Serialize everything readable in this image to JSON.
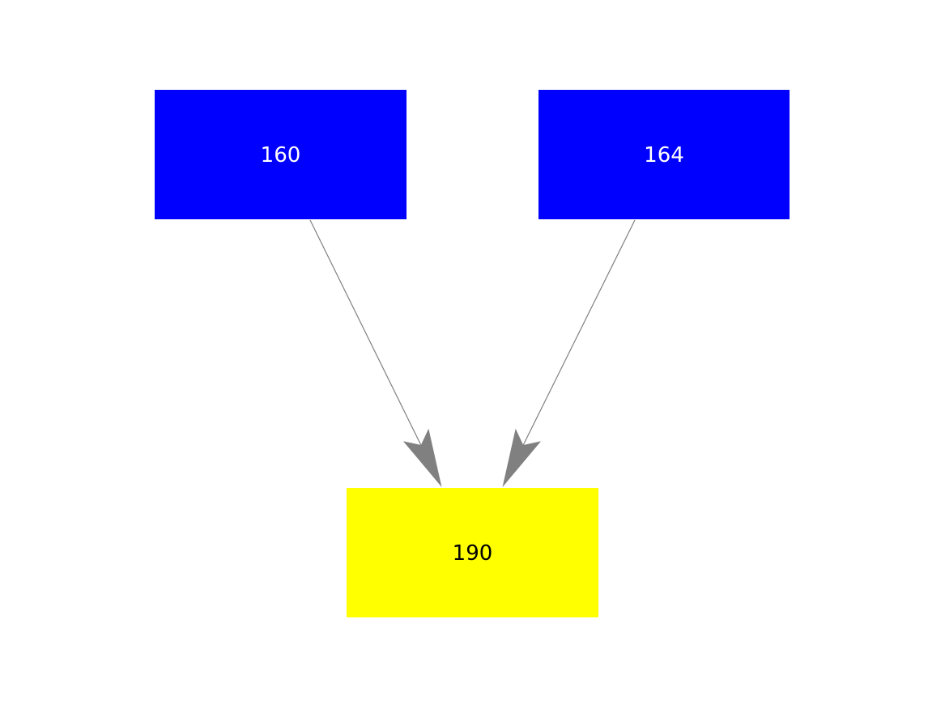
{
  "diagram": {
    "type": "directed-graph",
    "background_color": "#ffffff",
    "nodes": [
      {
        "id": "160",
        "label": "160",
        "fill": "#0000ff",
        "text_color": "#ffffff"
      },
      {
        "id": "164",
        "label": "164",
        "fill": "#0000ff",
        "text_color": "#ffffff"
      },
      {
        "id": "190",
        "label": "190",
        "fill": "#ffff00",
        "text_color": "#000000"
      }
    ],
    "edges": [
      {
        "from": "160",
        "to": "190",
        "color": "#808080"
      },
      {
        "from": "164",
        "to": "190",
        "color": "#808080"
      }
    ]
  }
}
